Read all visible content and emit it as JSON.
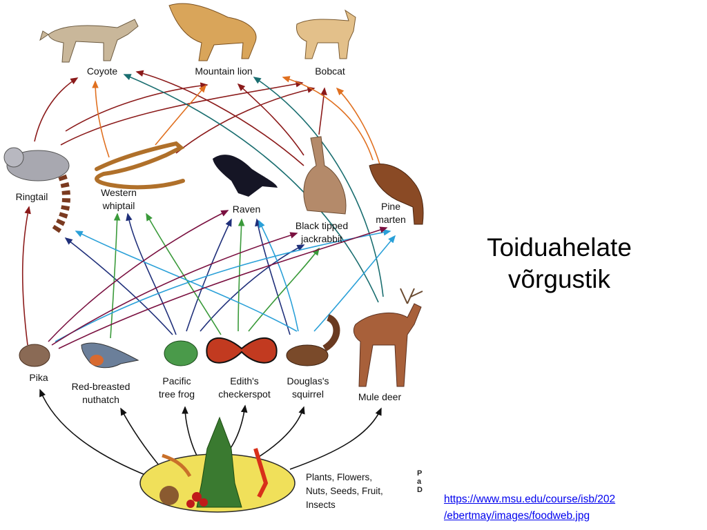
{
  "slide": {
    "title_line1": "Toiduahelate",
    "title_line2": "võrgustik",
    "source_line1": "https://www.msu.edu/course/isb/202",
    "source_line2": "/ebertmay/images/foodweb.jpg",
    "pad_letters": [
      "P",
      "a",
      "D"
    ]
  },
  "diagram": {
    "nodes": {
      "coyote": "Coyote",
      "mountain_lion": "Mountain lion",
      "bobcat": "Bobcat",
      "ringtail": "Ringtail",
      "western_whiptail": [
        "Western",
        "whiptail"
      ],
      "raven": "Raven",
      "jackrabbit": [
        "Black tipped",
        "jackrabbit"
      ],
      "pine_marten": [
        "Pine",
        "marten"
      ],
      "pika": "Pika",
      "nuthatch": [
        "Red-breasted",
        "nuthatch"
      ],
      "tree_frog": [
        "Pacific",
        "tree frog"
      ],
      "checkerspot": [
        "Edith's",
        "checkerspot"
      ],
      "squirrel": [
        "Douglas's",
        "squirrel"
      ],
      "mule_deer": "Mule deer",
      "producers": [
        "Plants, Flowers,",
        "Nuts, Seeds, Fruit,",
        "Insects"
      ]
    },
    "arrow_colors": {
      "to_predators_dark_red": "#8b1a1a",
      "orange": "#e07020",
      "teal": "#1a6e70",
      "navy": "#1f2f7a",
      "green": "#3a9a3a",
      "light_blue": "#2aa0d8",
      "maroon": "#7a1040",
      "black": "#111111"
    }
  }
}
